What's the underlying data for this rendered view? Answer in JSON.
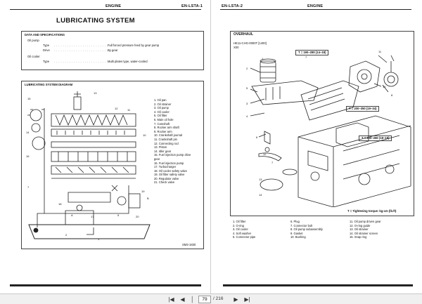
{
  "left_page": {
    "header_left": "ENGINE",
    "header_right": "EN-LSTA-1",
    "title": "LUBRICATING SYSTEM",
    "specs_heading": "DATA AND SPECIFICATIONS",
    "specs": [
      {
        "group": "Oil pump",
        "label": "Type",
        "value": "Full forced pressure feed by gear pump"
      },
      {
        "group": "",
        "label": "Drive",
        "value": "By gear"
      },
      {
        "group": "Oil cooler",
        "label": "Type",
        "value": "Multi plates type, water-cooled"
      }
    ],
    "diagram_heading": "LUBRICATING SYSTEM DIAGRAM",
    "legend": [
      "1.  Oil pan",
      "2.  Oil strainer",
      "3.  Oil pump",
      "4.  Oil cooler",
      "5.  Oil filter",
      "6.  Main oil hole",
      "7.  Camshaft",
      "8.  Rocker arm shaft",
      "9.  Rocker arm",
      "10. Crankshaft journal",
      "11. Crankshaft pin",
      "12. Connecting rod",
      "13. Piston",
      "14. Idler gear",
      "15. Fuel injection pump drive",
      "      gear",
      "16. Fuel injection pump",
      "17. Turbocharger",
      "18. Oil cooler safety valve",
      "19. Oil filter safety valve",
      "20. Regulator valve",
      "21. Check valve"
    ],
    "figure_code": "SM3-1830"
  },
  "right_page": {
    "header_left": "EN-LSTA-2",
    "header_right": "ENGINE",
    "title": "OVERHAUL",
    "part_line1": "HE11-CHG-0000T [1400]",
    "part_line2": "X00",
    "torque1": "T = 190~280 (14~18)",
    "torque2": "T = 200~350 (19~34)",
    "torque3": "T = 200~280 (18~18)",
    "torque_note": "T = Tightening torque: kg-cm (lb.ft)",
    "legend_cols": [
      [
        "1.  Oil filter",
        "2.  O-ring",
        "3.  Oil cooler",
        "4.  Soft washer",
        "5.  Connector pipe"
      ],
      [
        "6.  Plug",
        "7.  Connector bolt",
        "8.  Oil pump subassembly",
        "9.  Gasket",
        "10. Bushing"
      ],
      [
        "11. Oil pump driven gear",
        "12. O-ring guide",
        "13. Oil strainer",
        "14. Oil strainer screen",
        "15. Snap ring"
      ]
    ]
  },
  "toolbar": {
    "first": "|◀",
    "prev": "◀",
    "page_current": "79",
    "page_total": "/ 216",
    "next": "▶",
    "last": "▶|"
  }
}
